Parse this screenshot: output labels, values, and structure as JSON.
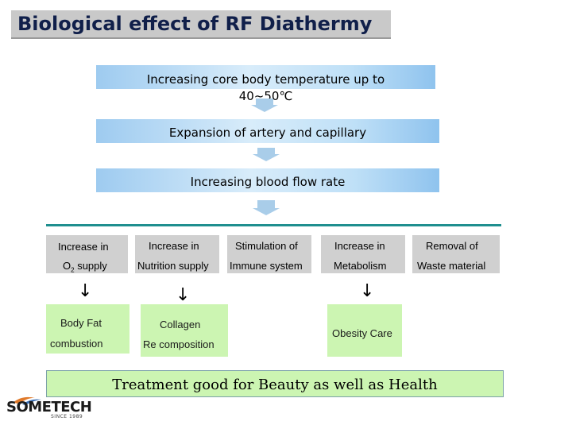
{
  "title": "Biological effect of RF Diathermy",
  "steps": [
    {
      "line1": "Increasing core body temperature up to",
      "line2": "40~50℃"
    },
    {
      "line1": "Expansion of artery and capillary"
    },
    {
      "line1": "Increasing blood flow rate"
    }
  ],
  "effects": [
    {
      "line1": "Increase in",
      "line2_main": "O",
      "line2_sub": "2",
      "line2_rest": " supply"
    },
    {
      "line1": "Increase in",
      "line2": "Nutrition supply"
    },
    {
      "line1": "Stimulation of",
      "line2": "Immune system"
    },
    {
      "line1": "Increase in",
      "line2": "Metabolism"
    },
    {
      "line1": "Removal of",
      "line2": "Waste material"
    }
  ],
  "arrow_symbol": "↓",
  "results": [
    {
      "line1": "Body Fat",
      "line2": "combustion"
    },
    {
      "line1": "Collagen",
      "line2": "Re composition"
    },
    {
      "line1": "Obesity Care"
    }
  ],
  "conclusion": "Treatment good for Beauty as well as Health",
  "logo": {
    "name": "SOMETECH",
    "tagline": "SINCE 1989"
  },
  "colors": {
    "teal_line": "#1f8f8f",
    "green_fill": "#ccf5b2",
    "grey_cell": "#d0d0d0",
    "title_bg": "#c9c9c9",
    "title_text": "#101f4a"
  }
}
